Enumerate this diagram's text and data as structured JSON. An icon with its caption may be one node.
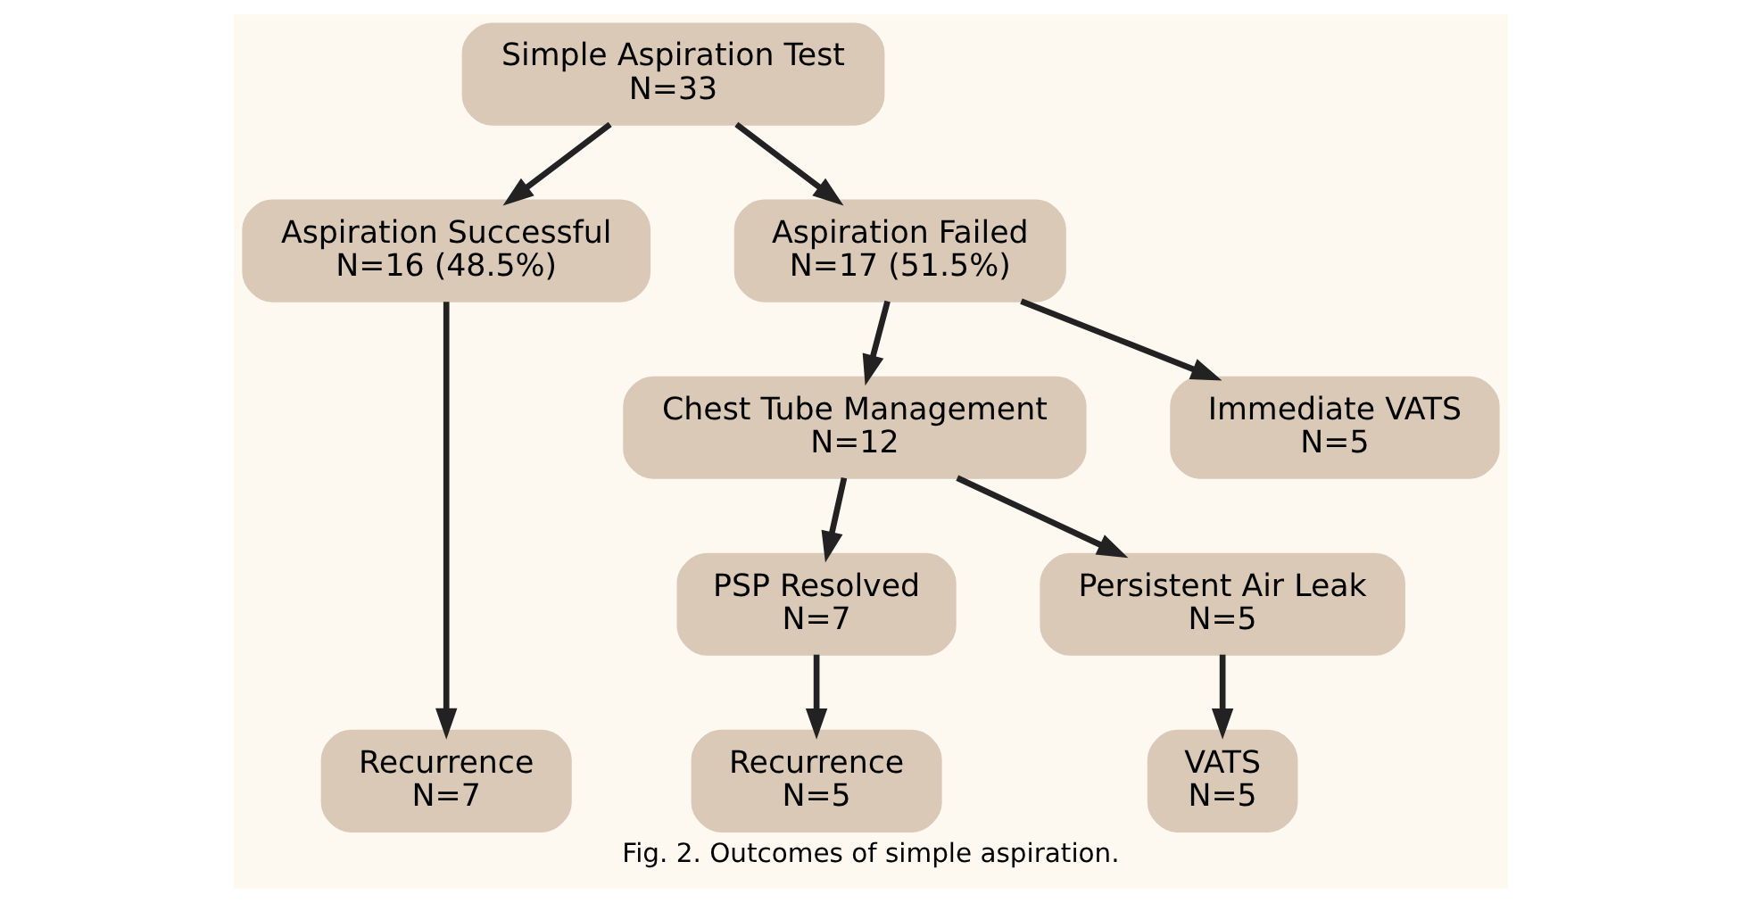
{
  "diagram": {
    "caption": "Fig. 2. Outcomes of simple aspiration.",
    "nodes": [
      {
        "text": [
          "Simple Aspiration Test",
          "N=33"
        ]
      },
      {
        "text": [
          "Aspiration Successful",
          "N=16 (48.5%)"
        ]
      },
      {
        "text": [
          "Aspiration Failed",
          "N=17 (51.5%)"
        ]
      },
      {
        "text": [
          "Chest Tube Management",
          "N=12"
        ]
      },
      {
        "text": [
          "Immediate VATS",
          "N=5"
        ]
      },
      {
        "text": [
          "PSP Resolved",
          "N=7"
        ]
      },
      {
        "text": [
          "Persistent Air Leak",
          "N=5"
        ]
      },
      {
        "text": [
          "Recurrence",
          "N=7"
        ]
      },
      {
        "text": [
          "Recurrence",
          "N=5"
        ]
      },
      {
        "text": [
          "VATS",
          "N=5"
        ]
      }
    ],
    "edges": [
      {
        "from": 0,
        "to": 1,
        "arrow": "to"
      },
      {
        "from": 0,
        "to": 2,
        "arrow": "to"
      },
      {
        "from": 1,
        "to": 7,
        "arrow": "to"
      },
      {
        "from": 2,
        "to": 3,
        "arrow": "to"
      },
      {
        "from": 2,
        "to": 4,
        "arrow": "to"
      },
      {
        "from": 3,
        "to": 5,
        "arrow": "to"
      },
      {
        "from": 3,
        "to": 6,
        "arrow": "to"
      },
      {
        "from": 5,
        "to": 8,
        "arrow": "to"
      },
      {
        "from": 6,
        "to": 9,
        "arrow": "to"
      }
    ]
  }
}
